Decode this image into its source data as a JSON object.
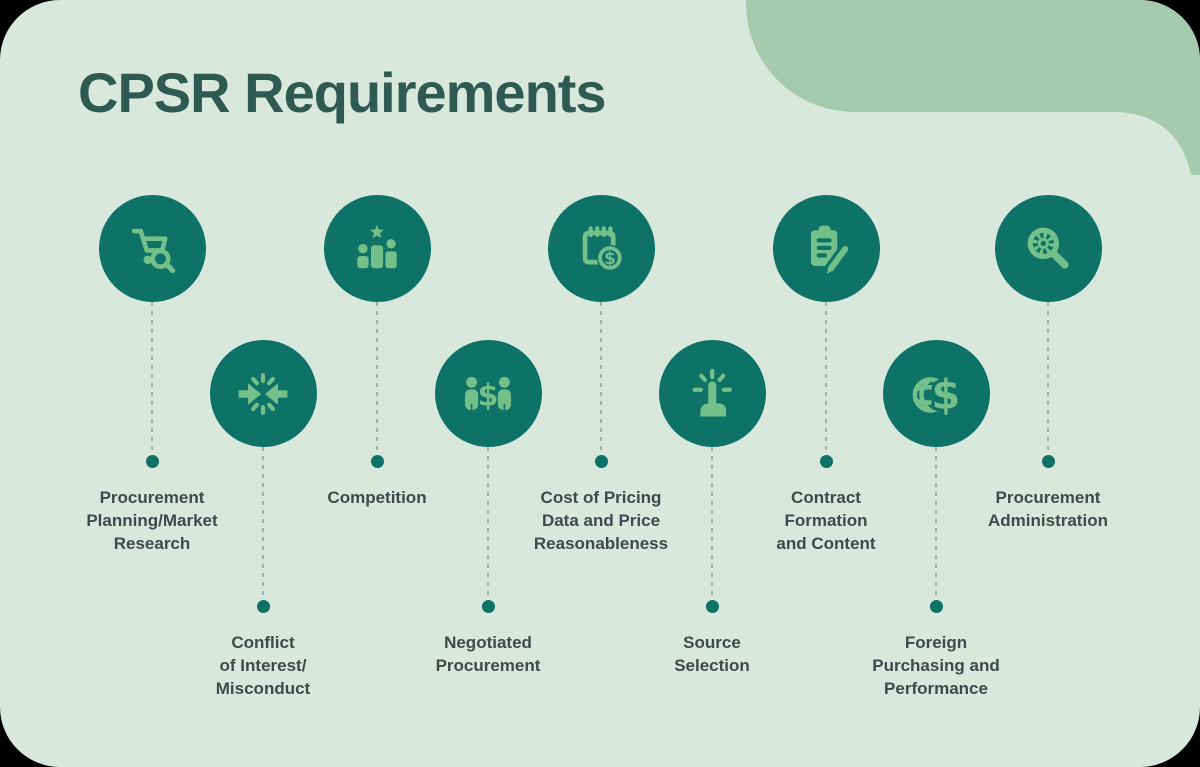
{
  "title": "CPSR Requirements",
  "items": [
    {
      "label": "Procurement\nPlanning/Market\nResearch",
      "icon": "cart-search-icon"
    },
    {
      "label": "Conflict\nof Interest/\nMisconduct",
      "icon": "converging-arrows-icon"
    },
    {
      "label": "Competition",
      "icon": "podium-star-icon"
    },
    {
      "label": "Negotiated\nProcurement",
      "icon": "people-dollar-icon"
    },
    {
      "label": "Cost of Pricing\nData and Price\nReasonableness",
      "icon": "calendar-dollar-icon"
    },
    {
      "label": "Source\nSelection",
      "icon": "hand-click-icon"
    },
    {
      "label": "Contract\nFormation\nand Content",
      "icon": "clipboard-pencil-icon"
    },
    {
      "label": "Foreign\nPurchasing and\nPerformance",
      "icon": "globe-dollar-icon"
    },
    {
      "label": "Procurement\nAdministration",
      "icon": "magnifier-gear-icon"
    }
  ],
  "colors": {
    "card_background": "#d8e8dd",
    "corner_blob": "#a5cbac",
    "circle_fill": "#0e7266",
    "icon_green": "#73c08a",
    "title_text": "#2f5a52",
    "label_text": "#40494b",
    "connector": "#a3b1aa"
  }
}
